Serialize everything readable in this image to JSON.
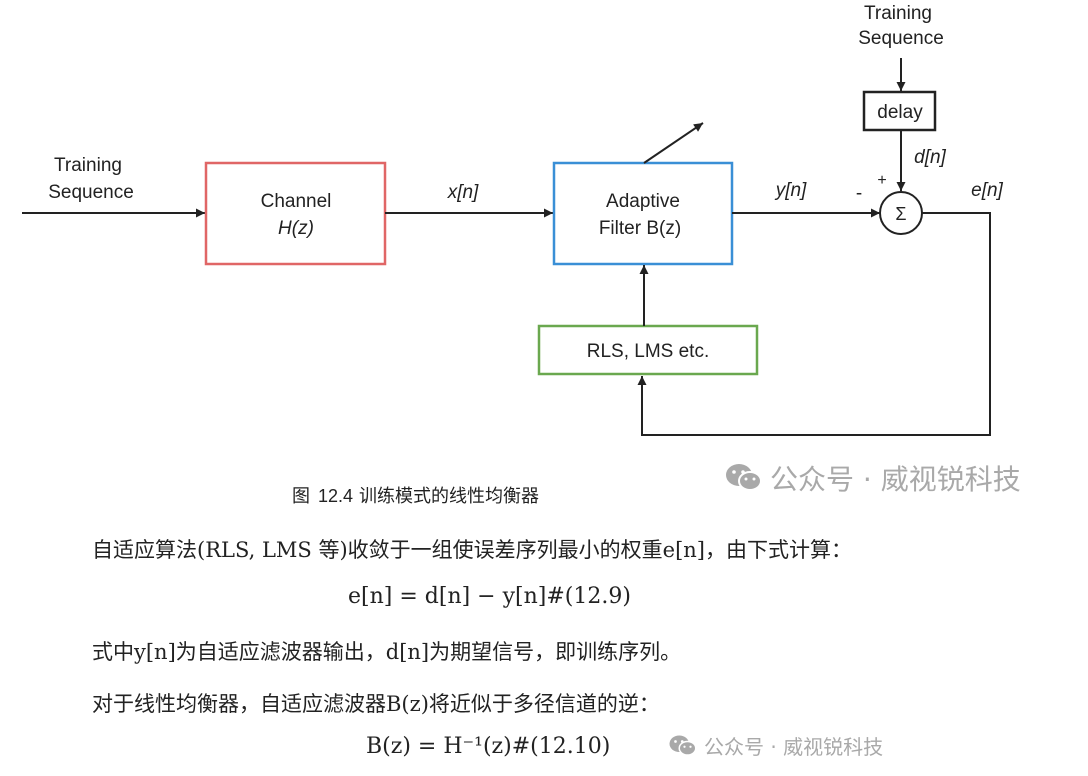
{
  "diagram": {
    "input_label_line1": "Training",
    "input_label_line2": "Sequence",
    "channel_label_line1": "Channel",
    "channel_label_line2": "H(z)",
    "signal_x": "x[n]",
    "filter_label_line1": "Adaptive",
    "filter_label_line2": "Filter B(z)",
    "signal_y": "y[n]",
    "minus_sign": "-",
    "plus_sign": "+",
    "sum_symbol": "Σ",
    "signal_e": "e[n]",
    "signal_d": "d[n]",
    "delay_label": "delay",
    "ref_label_line1": "Training",
    "ref_label_line2": "Sequence",
    "algo_label": "RLS, LMS etc.",
    "colors": {
      "channel_border": "#e06666",
      "filter_border": "#3a8fd6",
      "algo_border": "#6aa84f",
      "lines": "#222222"
    }
  },
  "caption": {
    "prefix": "图",
    "number": "12.4",
    "title": "训练模式的线性均衡器"
  },
  "watermark": {
    "text": "公众号 · 威视锐科技",
    "icon": "wechat-icon"
  },
  "text": {
    "para1": "自适应算法(RLS, LMS 等)收敛于一组使误差序列最小的权重e[n]，由下式计算：",
    "eq1": "e[n] = d[n] − y[n]#(12.9)",
    "para2": "式中y[n]为自适应滤波器输出，d[n]为期望信号，即训练序列。",
    "para3": "对于线性均衡器，自适应滤波器B(z)将近似于多径信道的逆：",
    "eq2": "B(z) = H⁻¹(z)#(12.10)"
  }
}
